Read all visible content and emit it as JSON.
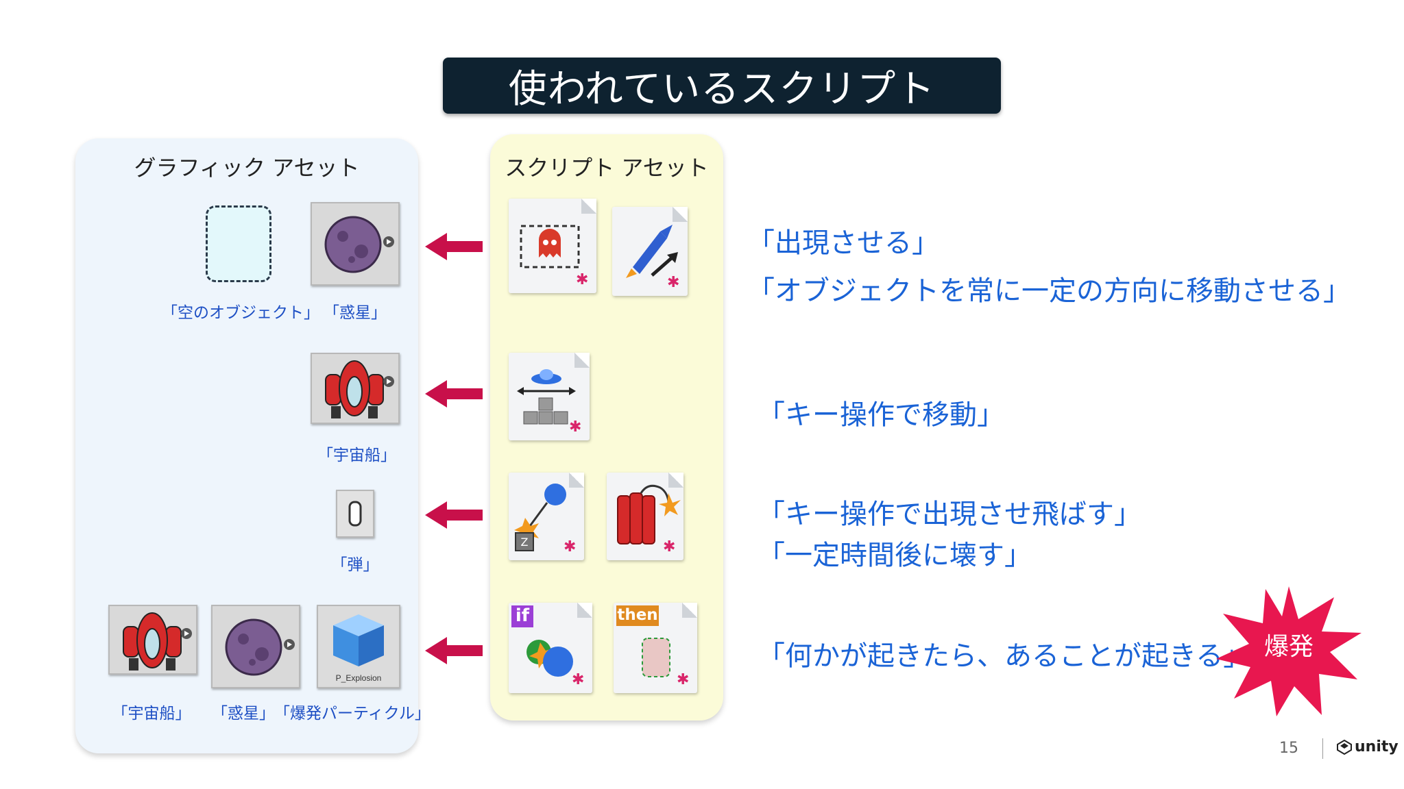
{
  "title": "使われているスクリプト",
  "graphic_panel": {
    "title": "グラフィック アセット",
    "captions": {
      "empty_object": "「空のオブジェクト」",
      "planet_1": "「惑星」",
      "spaceship_1": "「宇宙船」",
      "bullet": "「弾」",
      "spaceship_2": "「宇宙船」",
      "planet_2": "「惑星」",
      "explosion_particle": "「爆発パーティクル」"
    },
    "explosion_thumb_label": "P_Explosion"
  },
  "script_panel": {
    "title": "スクリプト アセット",
    "if_label": "if",
    "then_label": "then"
  },
  "descriptions": {
    "row1_a": "「出現させる」",
    "row1_b": "「オブジェクトを常に一定の方向に移動させる」",
    "row2": "「キー操作で移動」",
    "row3_a": "「キー操作で出現させ飛ばす」",
    "row3_b": "「一定時間後に壊す」",
    "row4": "「何かが起きたら、あることが起きる」"
  },
  "burst_label": "爆発",
  "page_number": "15",
  "logo_text": "unity",
  "colors": {
    "title_bg": "#0e2230",
    "description": "#1a63d6",
    "caption": "#1d4fc4",
    "arrow": "#c8104a",
    "burst": "#e8174f"
  }
}
